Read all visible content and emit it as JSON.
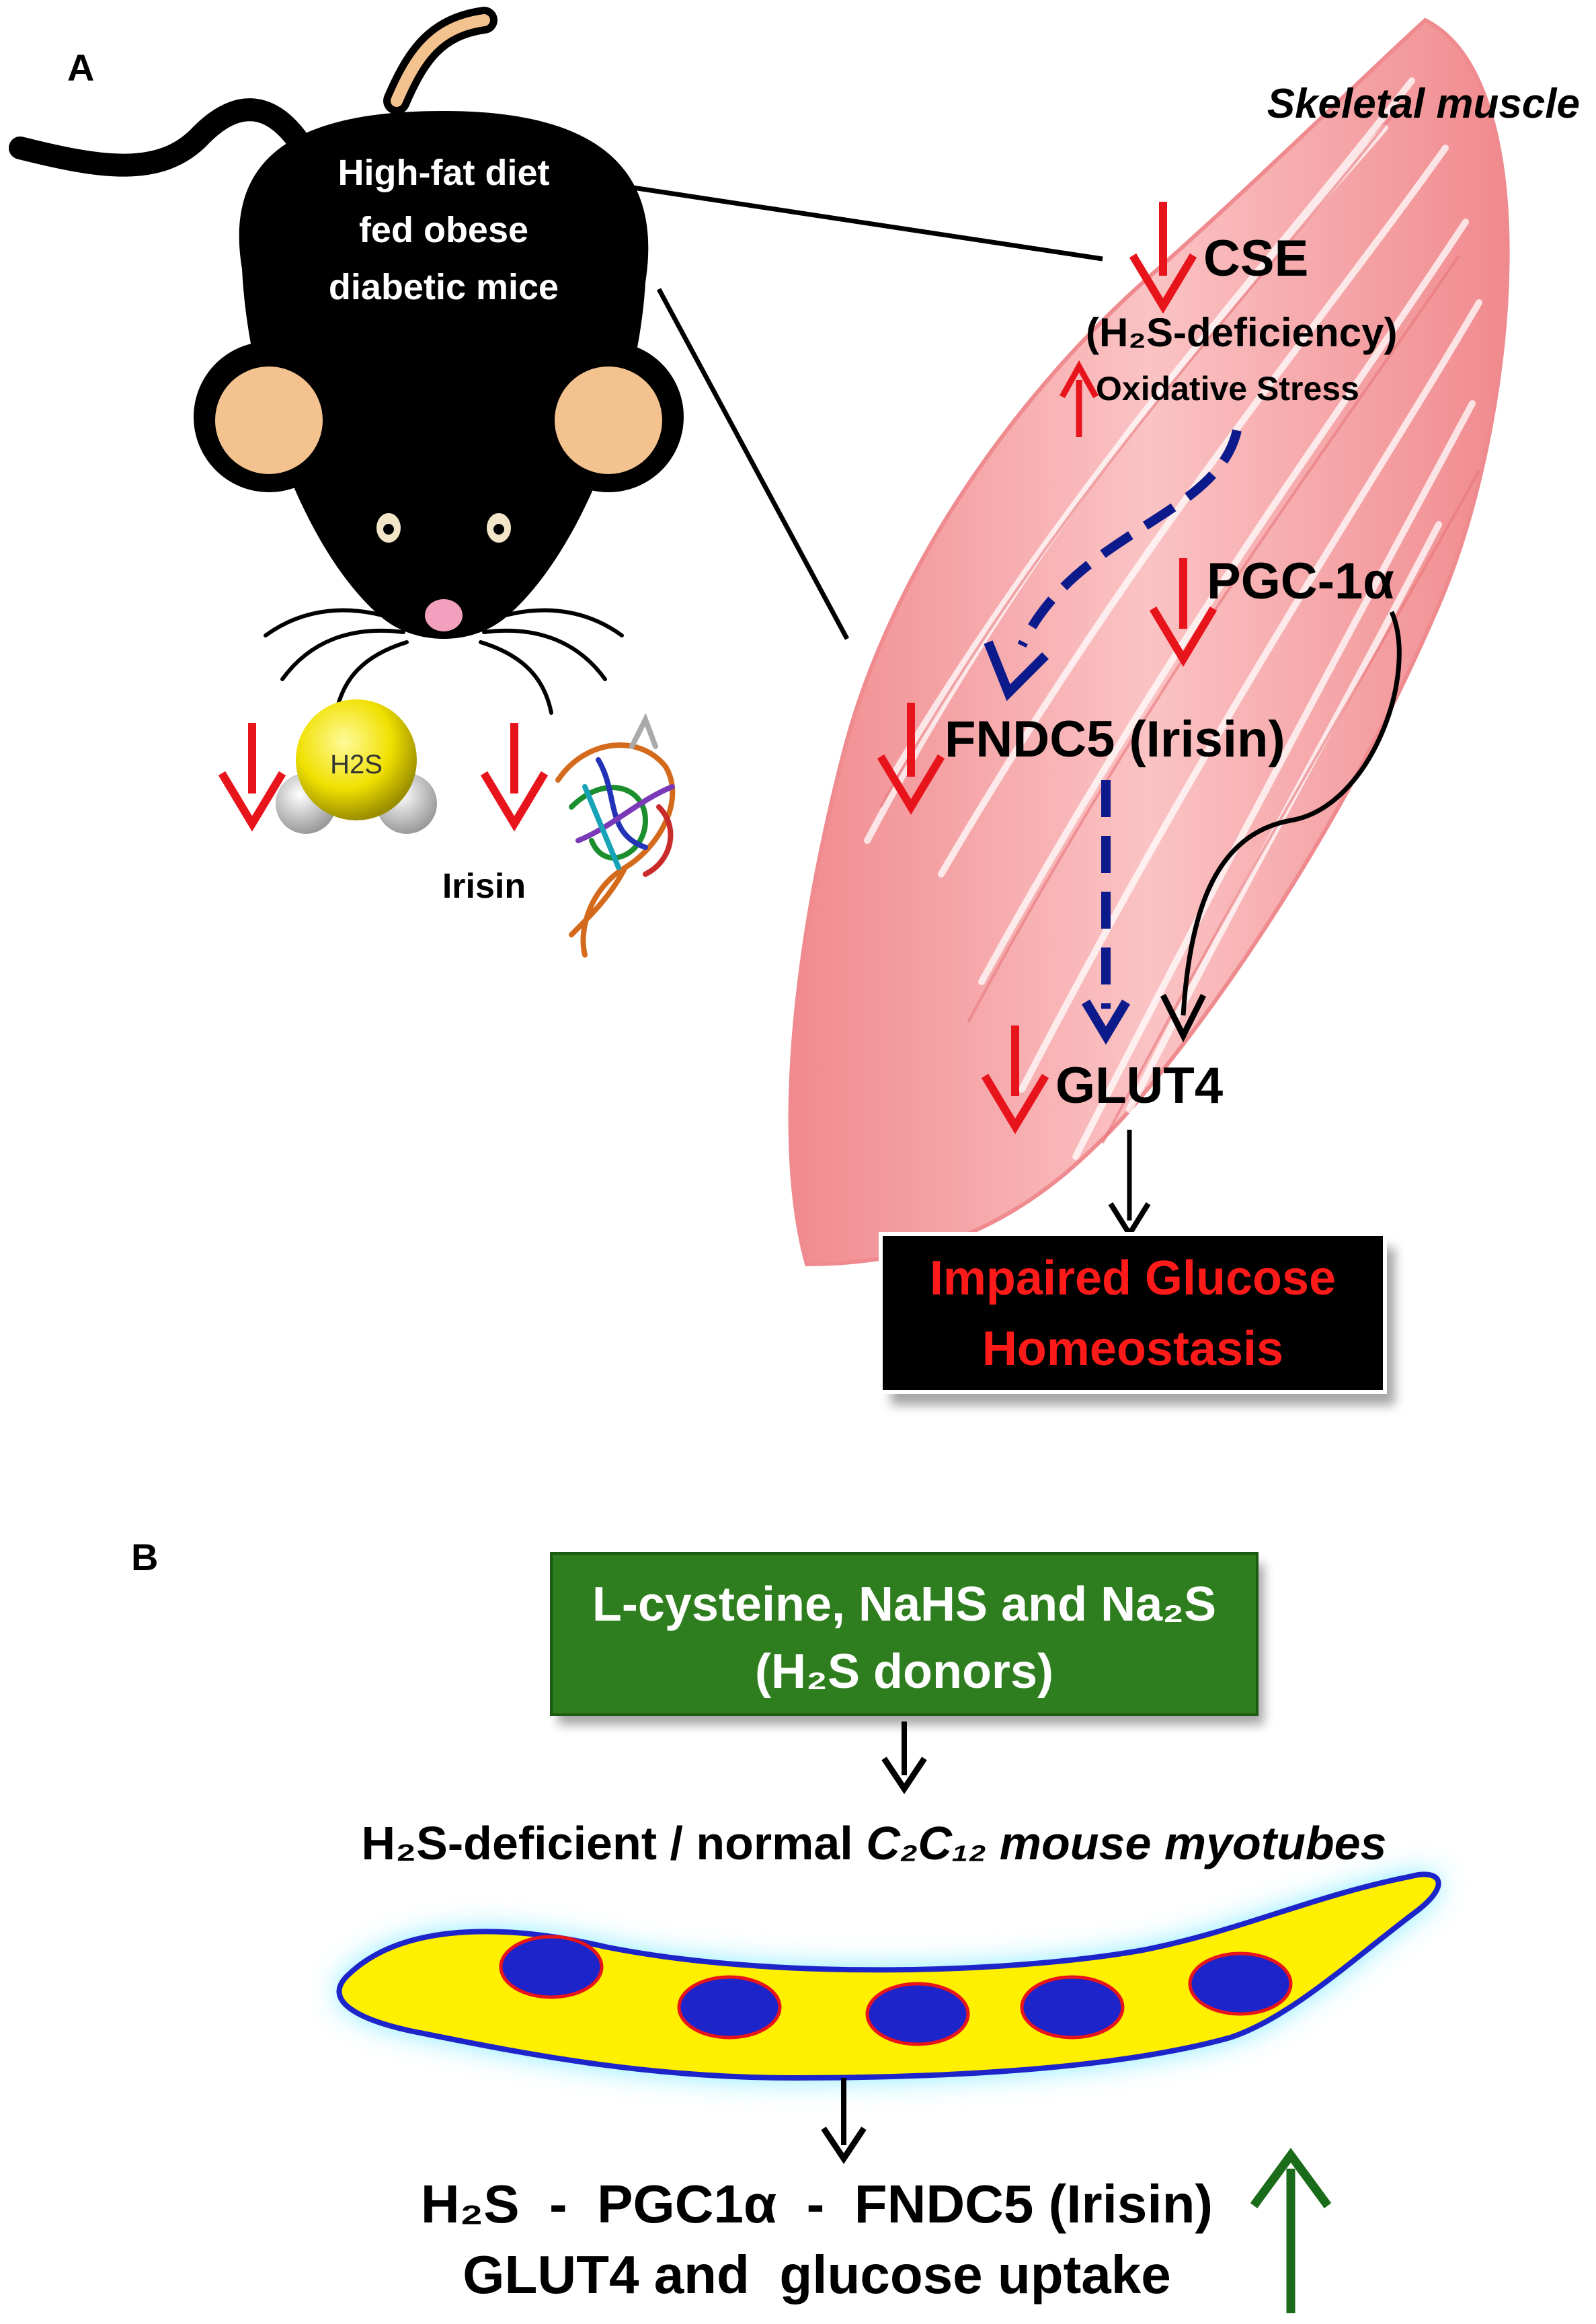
{
  "panel_a": {
    "label": "A",
    "mouse_text": [
      "High-fat diet",
      "fed obese",
      "diabetic mice"
    ],
    "h2s_ball_label": "H2S",
    "irisin_label": "Irisin",
    "muscle_label": "Skeletal muscle",
    "cse_label": "CSE",
    "h2s_deficiency_label": "(H₂S-deficiency)",
    "oxidative_stress_label": "Oxidative Stress",
    "pgc_label": "PGC-1α",
    "fndc5_label": "FNDC5 (Irisin)",
    "glut4_label": "GLUT4",
    "outcome_line1": "Impaired Glucose",
    "outcome_line2": "Homeostasis"
  },
  "panel_b": {
    "label": "B",
    "donor_line1": "L-cysteine, NaHS and Na₂S",
    "donor_line2": "(H₂S donors)",
    "cell_caption_plain": "H₂S-deficient / normal ",
    "cell_caption_italic": "C₂C₁₂ mouse myotubes",
    "result_line1": "H₂S  -  PGC1α  -  FNDC5 (Irisin)",
    "result_line2": "GLUT4 and  glucose uptake"
  },
  "colors": {
    "down_arrow": "#e8141c",
    "up_arrow_green": "#1a6b1a",
    "dashed_arrow": "#0d1a8c",
    "donor_box": "#2e7d1e",
    "outcome_text": "#ff1a1a",
    "mouse_ear": "#f3c28e",
    "muscle": "#f3a3a6",
    "cell_fill": "#ffef00",
    "nucleus": "#1d24c9"
  }
}
